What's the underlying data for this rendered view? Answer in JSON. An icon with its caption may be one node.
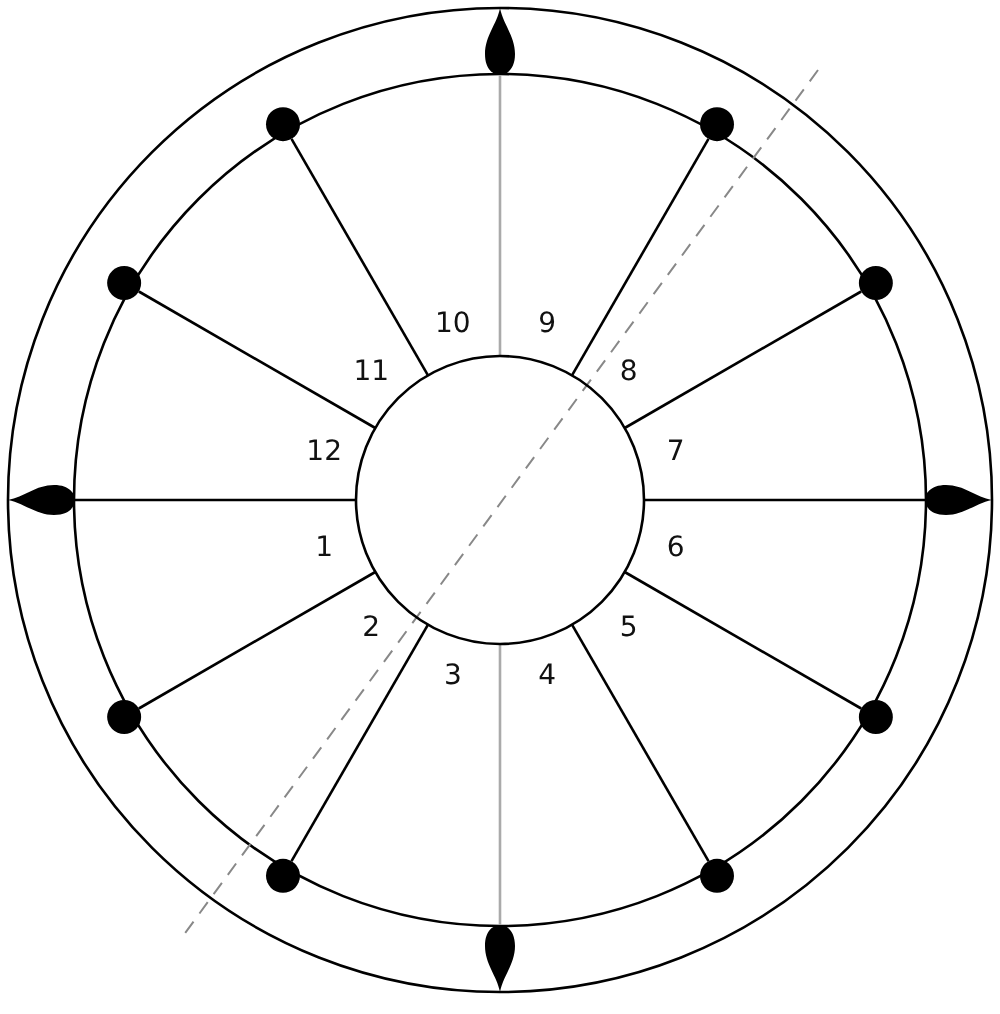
{
  "diagram": {
    "nodes": [
      {
        "text": [],
        "shape": "teardrop"
      },
      {
        "text": [],
        "shape": "circle"
      },
      {
        "text": [],
        "shape": "circle"
      },
      {
        "text": [],
        "shape": "circle"
      },
      {
        "text": [],
        "shape": "circle"
      },
      {
        "text": [],
        "shape": "teardrop"
      },
      {
        "text": [],
        "shape": "circle"
      },
      {
        "text": [],
        "shape": "teardrop"
      },
      {
        "text": [],
        "shape": "circle"
      },
      {
        "text": [],
        "shape": "circle"
      },
      {
        "text": [],
        "shape": "circle"
      },
      {
        "text": [],
        "shape": "circle"
      },
      {
        "text": [],
        "shape": "teardrop"
      }
    ],
    "edges": [
      {
        "from": 6,
        "to": 0,
        "arrow": "none",
        "color": "#aaaaaa"
      },
      {
        "from": 6,
        "to": 1,
        "arrow": "none"
      },
      {
        "from": 6,
        "to": 2,
        "arrow": "none"
      },
      {
        "from": 6,
        "to": 3,
        "arrow": "none"
      },
      {
        "from": 6,
        "to": 4,
        "arrow": "none"
      },
      {
        "from": 6,
        "to": 5,
        "arrow": "none"
      },
      {
        "from": 6,
        "to": 7,
        "arrow": "none"
      },
      {
        "from": 6,
        "to": 8,
        "arrow": "none"
      },
      {
        "from": 6,
        "to": 9,
        "arrow": "none"
      },
      {
        "from": 6,
        "to": 10,
        "arrow": "none"
      },
      {
        "from": 6,
        "to": 11,
        "arrow": "none"
      },
      {
        "from": 6,
        "to": 12,
        "arrow": "none",
        "color": "#aaaaaa"
      }
    ],
    "labels": [
      "10",
      "9",
      "11",
      "8",
      "12",
      "7",
      "1",
      "6",
      "2",
      "5",
      "3",
      "4"
    ]
  }
}
